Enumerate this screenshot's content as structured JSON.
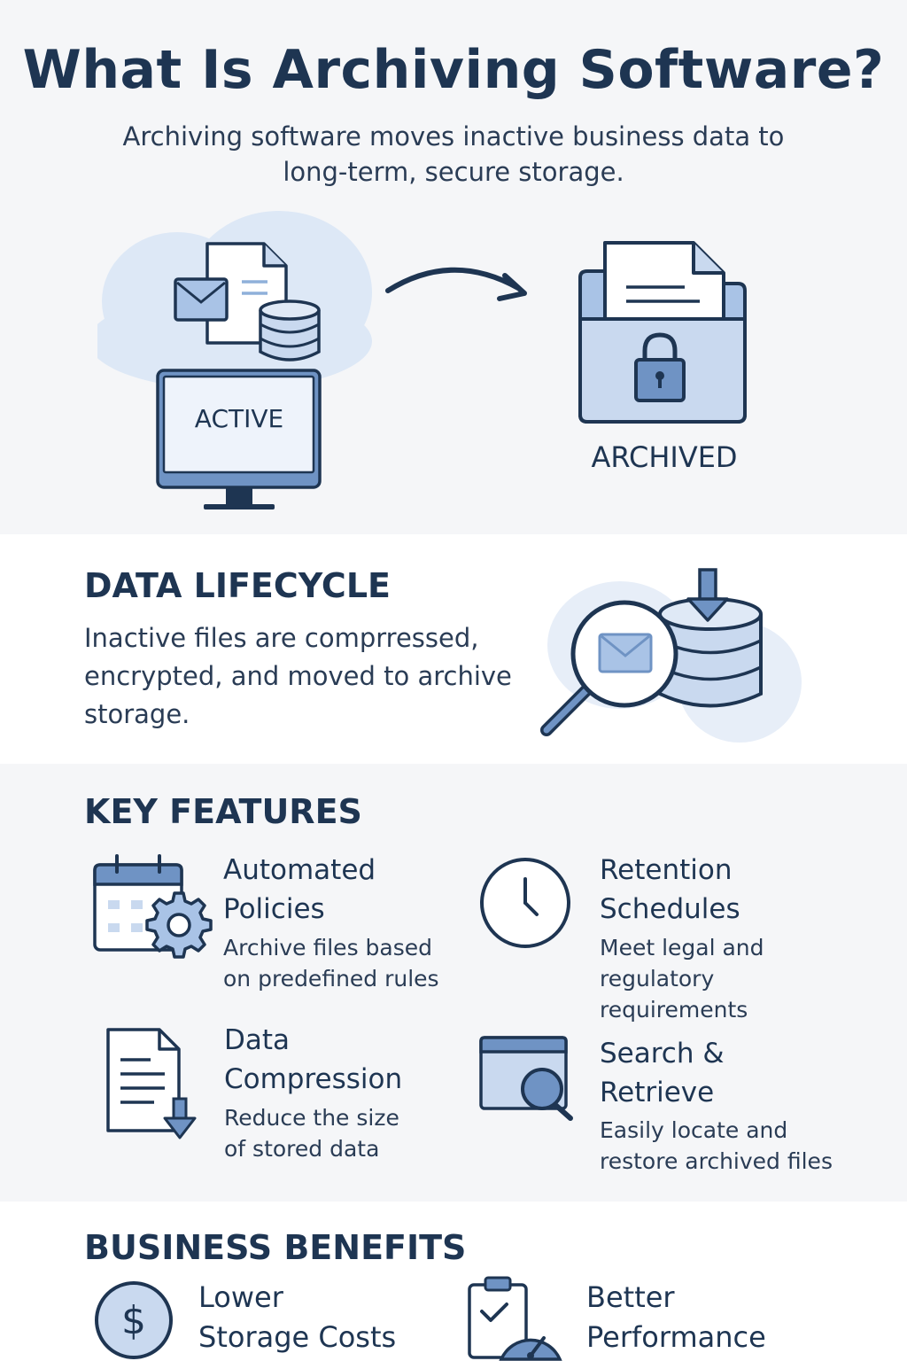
{
  "hero": {
    "title": "What Is Archiving Software?",
    "subtitle": "Archiving software moves inactive business data to long-term, secure storage.",
    "active_label": "ACTIVE",
    "archived_label": "ARCHIVED"
  },
  "lifecycle": {
    "heading": "DATA LIFECYCLE",
    "text": "Inactive files are comprressed, encrypted, and moved to archive storage."
  },
  "features": {
    "heading": "KEY FEATURES",
    "items": [
      {
        "title_1": "Automated",
        "title_2": "Policies",
        "desc_1": "Archive files based",
        "desc_2": "on predefined rules",
        "icon": "calendar-gear-icon"
      },
      {
        "title_1": "Retention",
        "title_2": "Schedules",
        "desc_1": "Meet legal and",
        "desc_2": "regulatory",
        "desc_3": "requirements",
        "icon": "clock-icon"
      },
      {
        "title_1": "Data",
        "title_2": "Compression",
        "desc_1": "Reduce the size",
        "desc_2": "of stored data",
        "icon": "document-download-icon"
      },
      {
        "title_1": "Search &",
        "title_2": "Retrieve",
        "desc_1": "Easily locate and",
        "desc_2": "restore archived files",
        "icon": "folder-search-icon"
      }
    ]
  },
  "benefits": {
    "heading": "BUSINESS BENEFITS",
    "items": [
      {
        "title_1": "Lower",
        "title_2": "Storage Costs",
        "icon": "dollar-coin-icon"
      },
      {
        "title_1": "Better",
        "title_2": "Performance",
        "icon": "clipboard-gauge-icon"
      }
    ]
  },
  "colors": {
    "navy": "#1e3552",
    "light_blue": "#c9d9ef",
    "mid_blue": "#6f93c4",
    "cloud": "#dde8f6",
    "section_alt": "#f5f6f8"
  }
}
